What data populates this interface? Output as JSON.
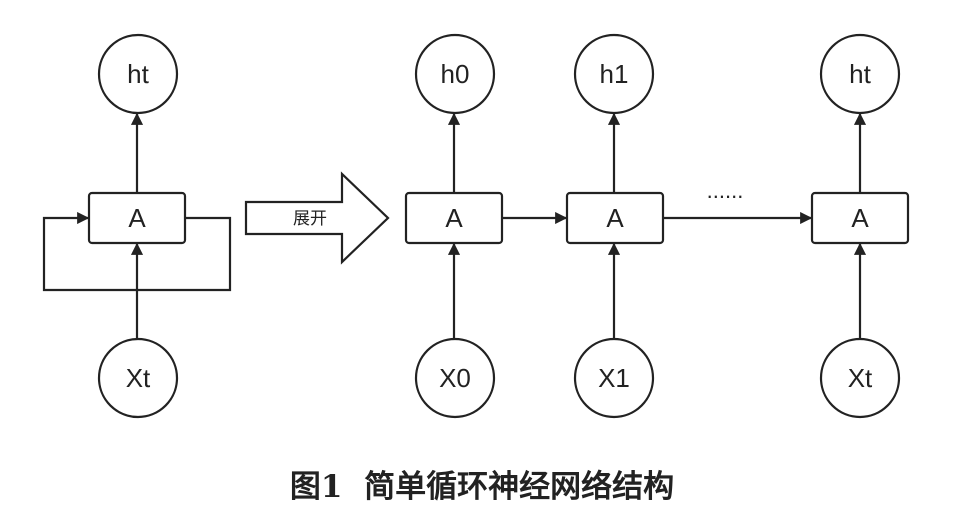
{
  "diagram": {
    "folded": {
      "output": "ht",
      "cell": "A",
      "input": "Xt"
    },
    "unfold_label": "展开",
    "unrolled": [
      {
        "output": "h0",
        "cell": "A",
        "input": "X0"
      },
      {
        "output": "h1",
        "cell": "A",
        "input": "X1"
      },
      {
        "output": "ht",
        "cell": "A",
        "input": "Xt"
      }
    ],
    "ellipsis": "......",
    "caption": "图1  简单循环神经网络结构"
  }
}
